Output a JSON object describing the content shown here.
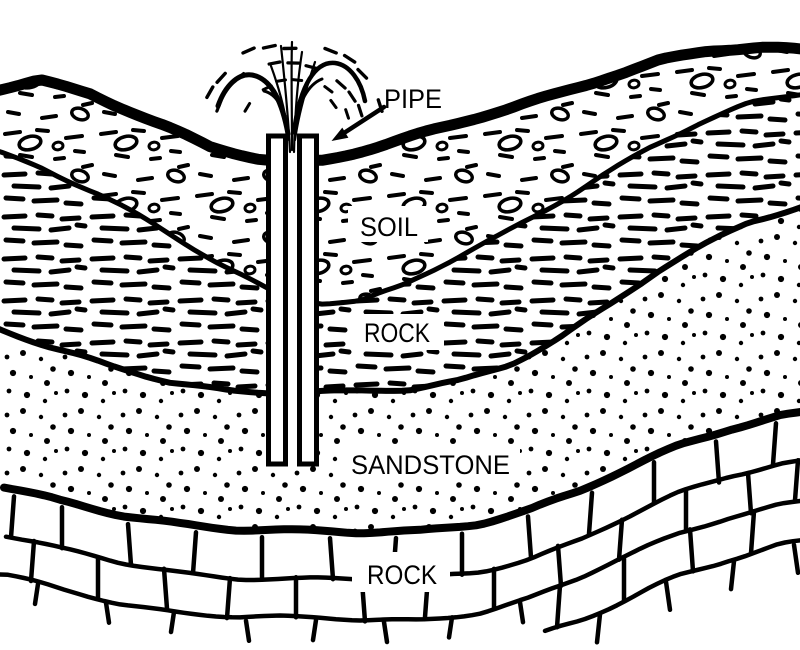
{
  "diagram": {
    "type": "geological-cross-section-artesian-well",
    "colors": {
      "ink": "#000000",
      "background": "#ffffff"
    },
    "labels": {
      "pipe": "PIPE",
      "soil": "SOIL",
      "rock_upper": "ROCK",
      "sandstone": "SANDSTONE",
      "rock_lower": "ROCK"
    },
    "layers": [
      {
        "name": "soil",
        "label": "SOIL",
        "texture": "pebbles-and-short-dashes"
      },
      {
        "name": "rock-upper",
        "label": "ROCK",
        "texture": "horizontal-dashes"
      },
      {
        "name": "sandstone",
        "label": "SANDSTONE",
        "texture": "dots"
      },
      {
        "name": "rock-lower",
        "label": "ROCK",
        "texture": "brick-blocks"
      }
    ],
    "annotations": [
      {
        "label": "PIPE",
        "target": "well-pipe",
        "style": "arrow-pointing-to-pipe-top"
      }
    ],
    "features": [
      {
        "name": "well-pipe",
        "description": "vertical cased pipe from surface into sandstone"
      },
      {
        "name": "water-fountain",
        "description": "water spraying from pipe mouth"
      }
    ]
  }
}
